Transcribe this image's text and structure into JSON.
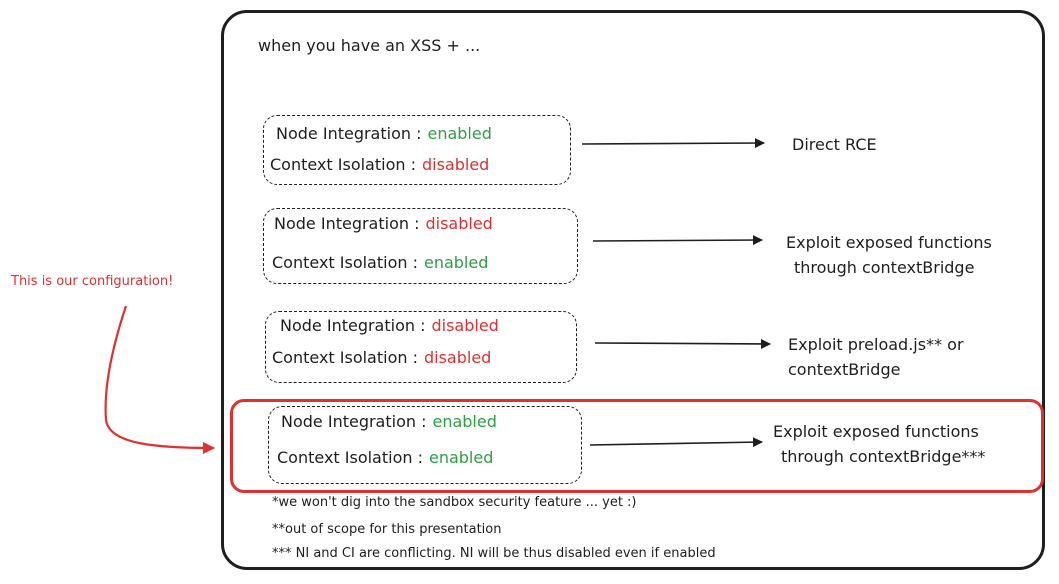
{
  "header": "when you have an XSS + ...",
  "configs": [
    {
      "ni_label": "Node Integration :",
      "ni_value": "enabled",
      "ni_color": "#2f9e44",
      "ci_label": "Context Isolation :",
      "ci_value": "disabled",
      "ci_color": "#e03131",
      "result": [
        "Direct RCE"
      ]
    },
    {
      "ni_label": "Node Integration :",
      "ni_value": "disabled",
      "ni_color": "#e03131",
      "ci_label": "Context Isolation :",
      "ci_value": "enabled",
      "ci_color": "#2f9e44",
      "result": [
        "Exploit exposed functions",
        "through contextBridge"
      ]
    },
    {
      "ni_label": "Node Integration :",
      "ni_value": "disabled",
      "ni_color": "#e03131",
      "ci_label": "Context Isolation :",
      "ci_value": "disabled",
      "ci_color": "#e03131",
      "result": [
        "Exploit preload.js** or",
        "contextBridge"
      ]
    },
    {
      "ni_label": "Node Integration :",
      "ni_value": "enabled",
      "ni_color": "#2f9e44",
      "ci_label": "Context Isolation :",
      "ci_value": "enabled",
      "ci_color": "#2f9e44",
      "result": [
        "Exploit exposed functions",
        "through contextBridge***"
      ]
    }
  ],
  "callout": "This is our configuration!",
  "notes": [
    "*we won't dig into the sandbox security feature ... yet :)",
    "**out of scope for this presentation",
    "*** NI and CI are conflicting. NI will be thus disabled even if enabled"
  ],
  "colors": {
    "enabled": "#2f9e44",
    "disabled": "#e03131",
    "highlight": "#e03131",
    "ink": "#1e1e1e"
  }
}
